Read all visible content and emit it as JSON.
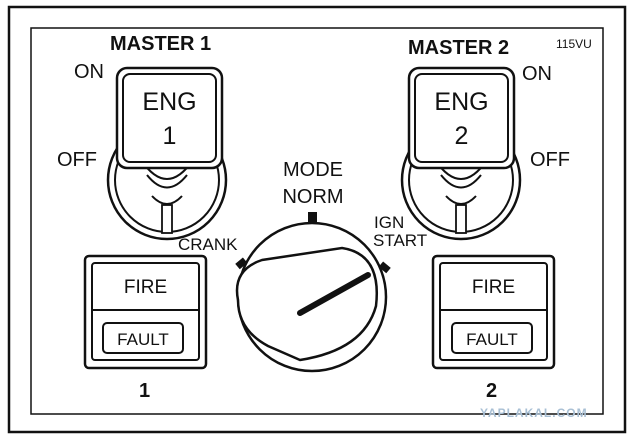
{
  "panel": {
    "ref": "115VU",
    "watermark": "YAPLAKAL.COM"
  },
  "master_1": {
    "title": "MASTER 1",
    "on_label": "ON",
    "off_label": "OFF",
    "switch_line1": "ENG",
    "switch_line2": "1"
  },
  "master_2": {
    "title": "MASTER 2",
    "on_label": "ON",
    "off_label": "OFF",
    "switch_line1": "ENG",
    "switch_line2": "2"
  },
  "mode_selector": {
    "title_line1": "MODE",
    "title_line2": "NORM",
    "crank_label": "CRANK",
    "ign_label_line1": "IGN",
    "ign_label_line2": "START",
    "selected": "IGN START"
  },
  "fire_fault_1": {
    "fire_label": "FIRE",
    "fault_label": "FAULT",
    "number": "1"
  },
  "fire_fault_2": {
    "fire_label": "FIRE",
    "fault_label": "FAULT",
    "number": "2"
  },
  "colors": {
    "line": "#111111",
    "background": "#ffffff",
    "watermark": "#a8bfd4"
  }
}
